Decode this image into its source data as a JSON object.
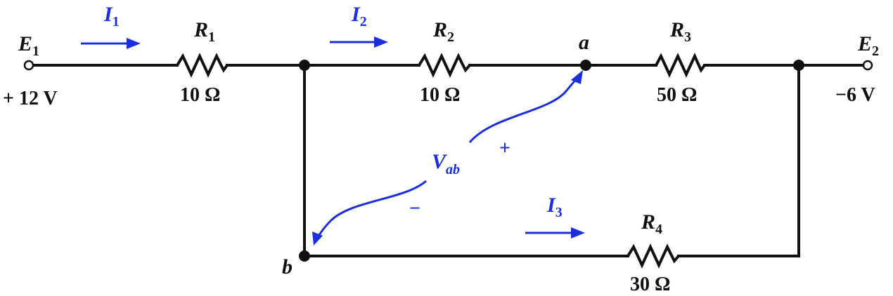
{
  "sources": {
    "e1": {
      "label": "E",
      "sub": "1",
      "value": "+ 12 V"
    },
    "e2": {
      "label": "E",
      "sub": "2",
      "value": "−6 V"
    }
  },
  "resistors": {
    "r1": {
      "label": "R",
      "sub": "1",
      "value": "10 Ω"
    },
    "r2": {
      "label": "R",
      "sub": "2",
      "value": "10 Ω"
    },
    "r3": {
      "label": "R",
      "sub": "3",
      "value": "50 Ω"
    },
    "r4": {
      "label": "R",
      "sub": "4",
      "value": "30 Ω"
    }
  },
  "currents": {
    "i1": {
      "label": "I",
      "sub": "1"
    },
    "i2": {
      "label": "I",
      "sub": "2"
    },
    "i3": {
      "label": "I",
      "sub": "3"
    }
  },
  "nodes": {
    "a": "a",
    "b": "b"
  },
  "voltage": {
    "label": "V",
    "sub": "ab",
    "plus": "+",
    "minus": "−"
  },
  "colors": {
    "wire": "#111111",
    "annotation": "#1a2ee0"
  }
}
